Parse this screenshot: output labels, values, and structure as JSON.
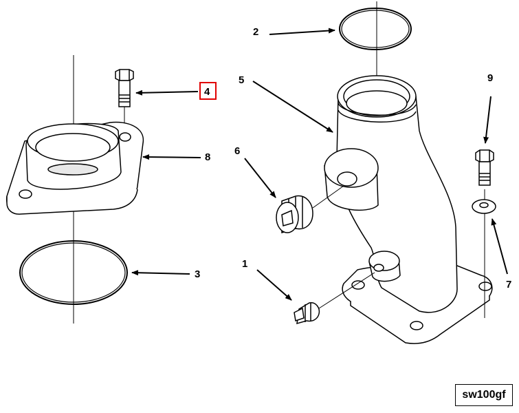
{
  "callouts": {
    "c1": "1",
    "c2": "2",
    "c3": "3",
    "c4": "4",
    "c5": "5",
    "c6": "6",
    "c7": "7",
    "c8": "8",
    "c9": "9"
  },
  "highlighted_callout": "4",
  "highlight_color": "#e00000",
  "reference_code": "sw100gf"
}
